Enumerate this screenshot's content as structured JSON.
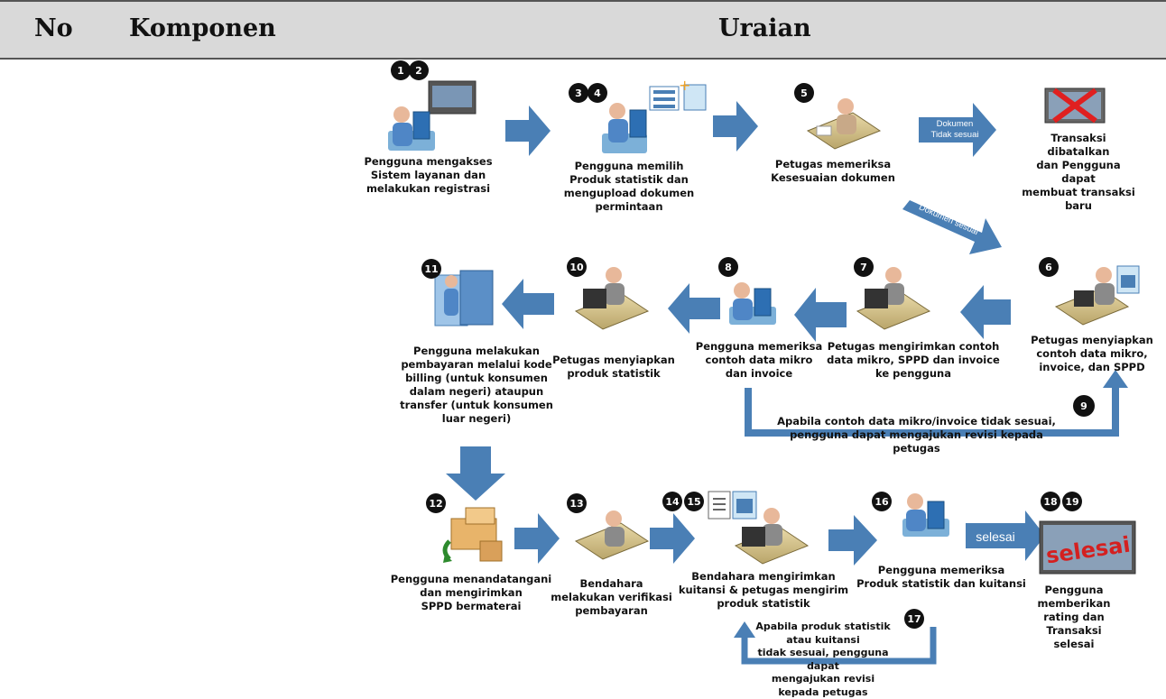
{
  "table": {
    "header": {
      "no": "No",
      "komponen": "Komponen",
      "uraian": "Uraian"
    }
  },
  "steps": [
    {
      "badge": [
        "1",
        "2"
      ],
      "text": "Pengguna mengakses\nSistem layanan dan\nmelakukan registrasi"
    },
    {
      "badge": [
        "3",
        "4"
      ],
      "text": "Pengguna memilih\nProduk statistik dan\nmengupload dokumen\npermintaan"
    },
    {
      "badge": [
        "5"
      ],
      "text": "Petugas memeriksa\nKesesuaian dokumen"
    },
    {
      "badge": [],
      "text": "Transaksi dibatalkan\ndan Pengguna dapat\nmembuat transaksi\nbaru"
    },
    {
      "badge": [
        "6"
      ],
      "text": "Petugas menyiapkan\ncontoh data mikro,\ninvoice, dan SPPD"
    },
    {
      "badge": [
        "7"
      ],
      "text": "Petugas mengirimkan contoh\ndata mikro, SPPD dan invoice\nke pengguna"
    },
    {
      "badge": [
        "8"
      ],
      "text": "Pengguna memeriksa\ncontoh data mikro\ndan invoice"
    },
    {
      "badge": [
        "10"
      ],
      "text": "Petugas menyiapkan\nproduk statistik"
    },
    {
      "badge": [
        "11"
      ],
      "text": "Pengguna melakukan\npembayaran melalui kode\nbilling (untuk konsumen\ndalam negeri) ataupun\ntransfer (untuk konsumen\nluar negeri)"
    },
    {
      "badge": [
        "12"
      ],
      "text": "Pengguna menandatangani\ndan mengirimkan\nSPPD bermaterai"
    },
    {
      "badge": [
        "13"
      ],
      "text": "Bendahara\nmelakukan verifikasi\npembayaran"
    },
    {
      "badge": [
        "14",
        "15"
      ],
      "text": "Bendahara mengirimkan\nkuitansi & petugas mengirim\nproduk statistik"
    },
    {
      "badge": [
        "16"
      ],
      "text": "Pengguna memeriksa\nProduk statistik dan kuitansi"
    },
    {
      "badge": [
        "18",
        "19"
      ],
      "text": "Pengguna\nmemberikan\nrating dan\nTransaksi\nselesai"
    }
  ],
  "notes": {
    "step9": {
      "badge": "9",
      "text": "Apabila contoh data mikro/invoice tidak sesuai,\npengguna dapat mengajukan revisi kepada petugas"
    },
    "step17": {
      "badge": "17",
      "text": "Apabila produk statistik\natau kuitansi\ntidak sesuai, pengguna dapat\nmengajukan revisi\nkepada petugas"
    }
  },
  "arrow_labels": {
    "tidak_sesuai": "Dokumen\nTidak sesuai",
    "sesuai": "Dokumen sesuai",
    "selesai": "selesai"
  },
  "screen_text": {
    "selesai_stamp": "selesai"
  },
  "colors": {
    "arrow": "#4a7fb5",
    "badge": "#111111",
    "header_bg": "#d9d9d9",
    "stamp": "#d42020"
  }
}
